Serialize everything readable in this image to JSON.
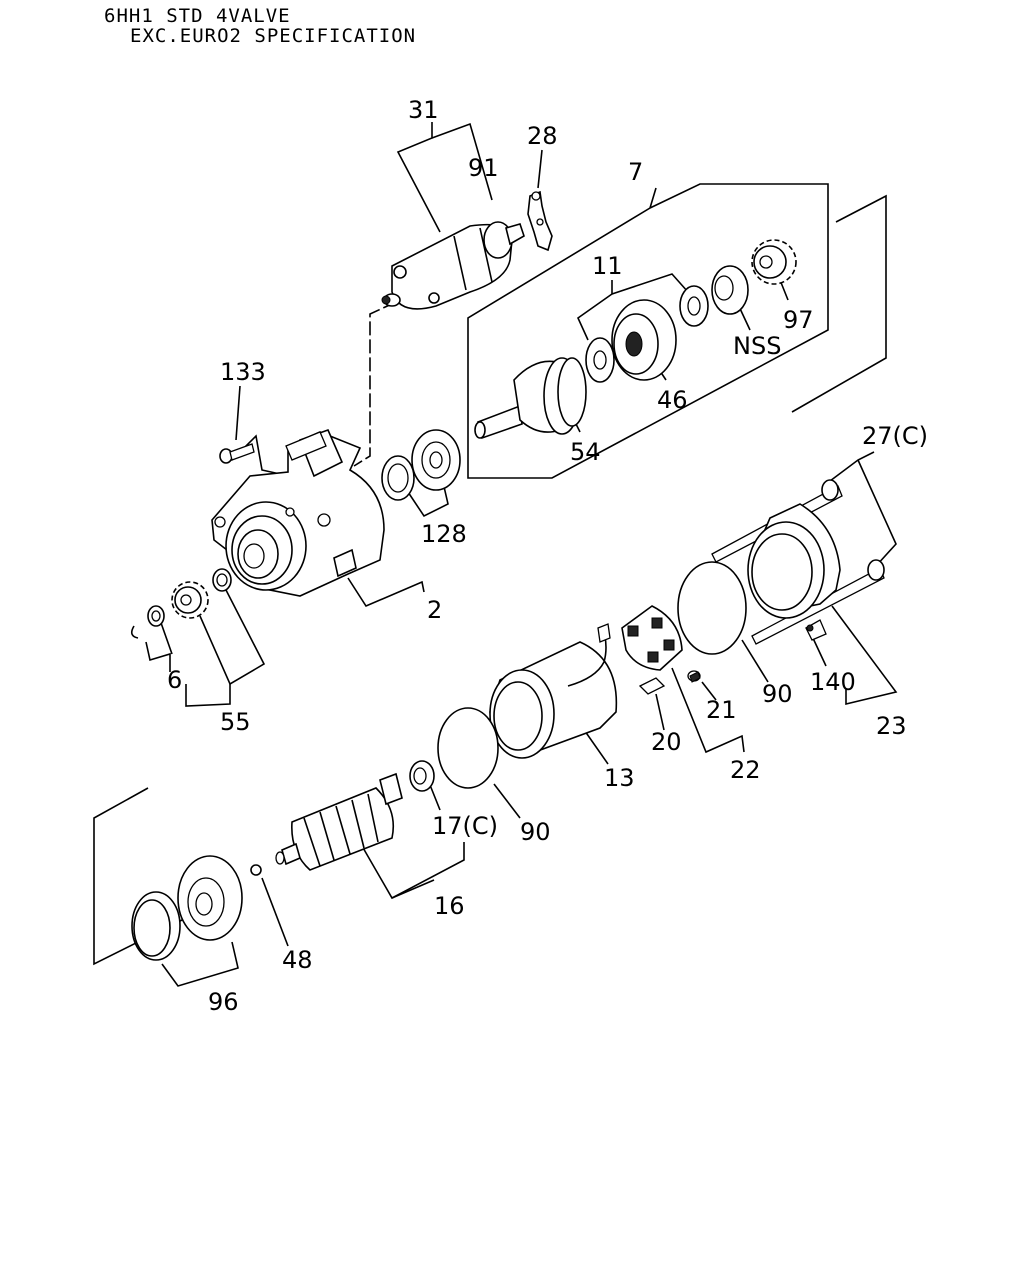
{
  "header": {
    "line1": "6HH1 STD 4VALVE",
    "line2": "EXC.EURO2 SPECIFICATION"
  },
  "callouts": {
    "c31": "31",
    "c91": "91",
    "c28": "28",
    "c7": "7",
    "c11": "11",
    "c97": "97",
    "cNSS": "NSS",
    "c46": "46",
    "c54": "54",
    "c133": "133",
    "c128": "128",
    "c2": "2",
    "c27": "27(C)",
    "c6": "6",
    "c55": "55",
    "c90a": "90",
    "c140": "140",
    "c21": "21",
    "c20": "20",
    "c22": "22",
    "c23": "23",
    "c13": "13",
    "c17": "17(C)",
    "c90b": "90",
    "c16": "16",
    "c48": "48",
    "c96": "96"
  }
}
